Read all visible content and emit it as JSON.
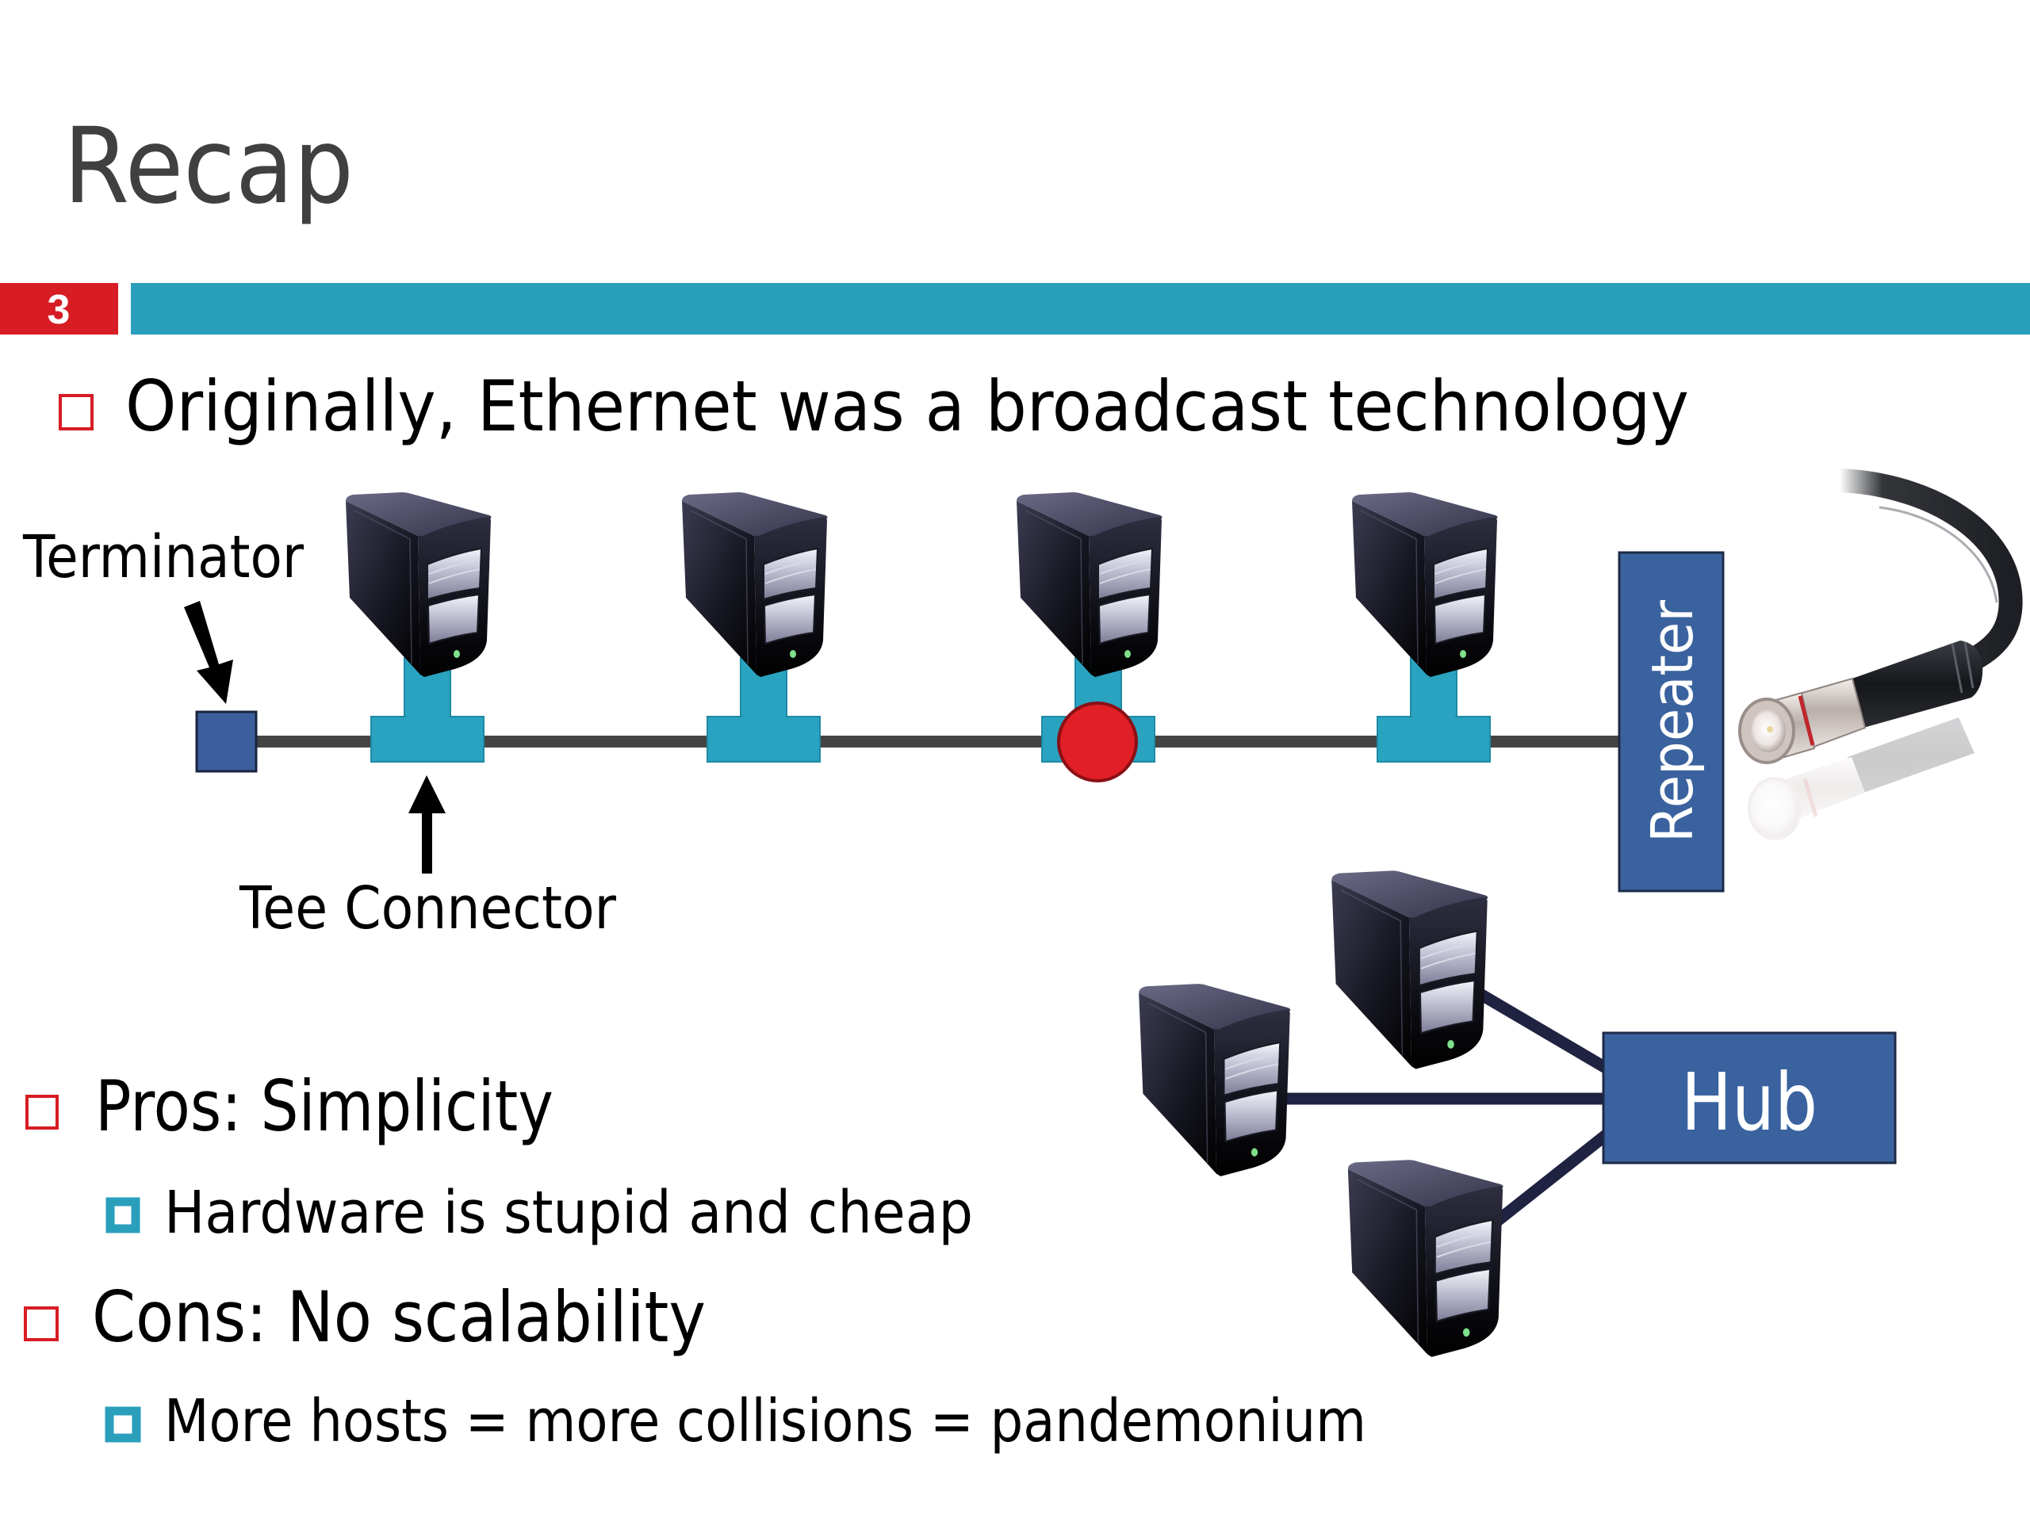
{
  "slide": {
    "title": "Recap",
    "slide_number": "3",
    "colors": {
      "title_text": "#404040",
      "number_bar": "#d71c24",
      "accent_bar": "#2a9fbc",
      "level1_bullet": "#d71c24",
      "level2_bullet": "#2a9fbc",
      "box_fill": "#3a629e",
      "tee_connector": "#2aa3c0",
      "bus_cable": "#444444",
      "collision_marker": "#e01f26",
      "hub_link": "#1f2240"
    }
  },
  "bullets": [
    {
      "level": 1,
      "icon": "hollow-square-bullet-icon",
      "text": "Originally, Ethernet was a broadcast technology"
    },
    {
      "level": 1,
      "icon": "hollow-square-bullet-icon",
      "text": "Pros: Simplicity",
      "children": [
        {
          "level": 2,
          "icon": "filled-square-bullet-icon",
          "text": "Hardware is stupid and cheap"
        }
      ]
    },
    {
      "level": 1,
      "icon": "hollow-square-bullet-icon",
      "text": "Cons: No scalability",
      "children": [
        {
          "level": 2,
          "icon": "filled-square-bullet-icon",
          "text": "More hosts = more collisions = pandemonium"
        }
      ]
    }
  ],
  "bus_diagram": {
    "labels": {
      "terminator": "Terminator",
      "tee_connector": "Tee Connector",
      "repeater": "Repeater"
    },
    "hosts": [
      {
        "icon": "computer-tower-icon",
        "connector": "tee-connector"
      },
      {
        "icon": "computer-tower-icon",
        "connector": "tee-connector"
      },
      {
        "icon": "computer-tower-icon",
        "connector": "tee-connector",
        "collision": true
      },
      {
        "icon": "computer-tower-icon",
        "connector": "tee-connector"
      }
    ],
    "end_left": "terminator",
    "end_right": "repeater",
    "photo": "bnc-coax-cable-photo"
  },
  "hub_diagram": {
    "hub_label": "Hub",
    "hosts": [
      {
        "icon": "computer-tower-icon"
      },
      {
        "icon": "computer-tower-icon"
      },
      {
        "icon": "computer-tower-icon"
      }
    ]
  }
}
